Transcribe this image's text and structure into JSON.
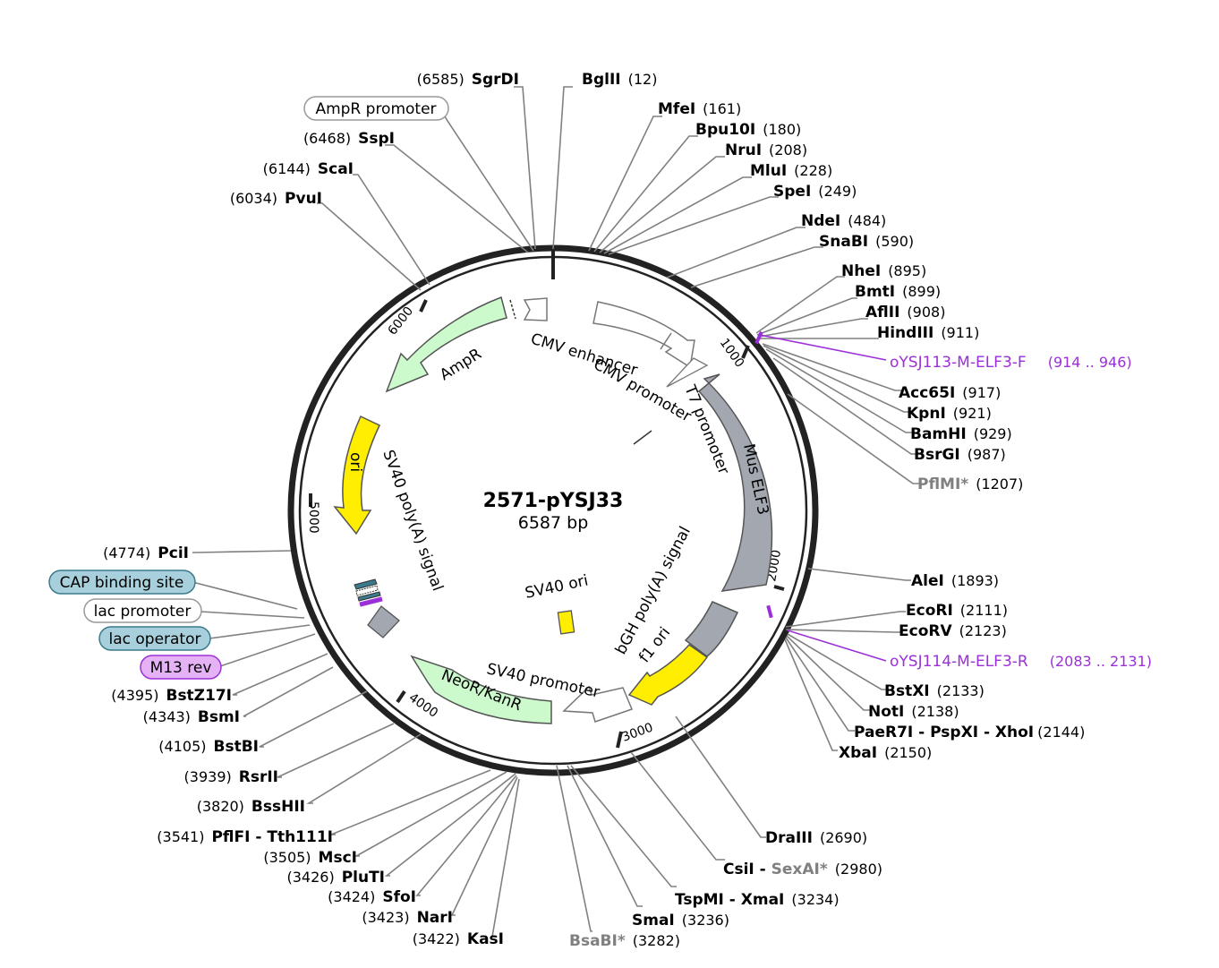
{
  "plasmid": {
    "name": "2571-pYSJ33",
    "length": "6587 bp"
  },
  "ticks": [
    "1000",
    "2000",
    "3000",
    "4000",
    "5000",
    "6000"
  ],
  "sites_right": [
    {
      "name": "BglII",
      "pos": "(12)"
    },
    {
      "name": "MfeI",
      "pos": "(161)"
    },
    {
      "name": "Bpu10I",
      "pos": "(180)"
    },
    {
      "name": "NruI",
      "pos": "(208)"
    },
    {
      "name": "MluI",
      "pos": "(228)"
    },
    {
      "name": "SpeI",
      "pos": "(249)"
    },
    {
      "name": "NdeI",
      "pos": "(484)"
    },
    {
      "name": "SnaBI",
      "pos": "(590)"
    },
    {
      "name": "NheI",
      "pos": "(895)"
    },
    {
      "name": "BmtI",
      "pos": "(899)"
    },
    {
      "name": "AflII",
      "pos": "(908)"
    },
    {
      "name": "HindIII",
      "pos": "(911)"
    },
    {
      "name": "Acc65I",
      "pos": "(917)"
    },
    {
      "name": "KpnI",
      "pos": "(921)"
    },
    {
      "name": "BamHI",
      "pos": "(929)"
    },
    {
      "name": "BsrGI",
      "pos": "(987)"
    },
    {
      "name": "PflMI*",
      "pos": "(1207)"
    },
    {
      "name": "AleI",
      "pos": "(1893)"
    },
    {
      "name": "EcoRI",
      "pos": "(2111)"
    },
    {
      "name": "EcoRV",
      "pos": "(2123)"
    },
    {
      "name": "BstXI",
      "pos": "(2133)"
    },
    {
      "name": "NotI",
      "pos": "(2138)"
    },
    {
      "name": "PaeR7I - PspXI - XhoI",
      "pos": "(2144)"
    },
    {
      "name": "XbaI",
      "pos": "(2150)"
    },
    {
      "name": "DraIII",
      "pos": "(2690)"
    },
    {
      "name": "CsiI",
      "name2": "SexAI*",
      "pos": "(2980)"
    },
    {
      "name": "TspMI - XmaI",
      "pos": "(3234)"
    },
    {
      "name": "SmaI",
      "pos": "(3236)"
    },
    {
      "name": "BsaBI*",
      "pos": "(3282)"
    }
  ],
  "sites_left": [
    {
      "name": "SgrDI",
      "pos": "(6585)"
    },
    {
      "name": "SspI",
      "pos": "(6468)"
    },
    {
      "name": "ScaI",
      "pos": "(6144)"
    },
    {
      "name": "PvuI",
      "pos": "(6034)"
    },
    {
      "name": "PciI",
      "pos": "(4774)"
    },
    {
      "name": "BstZ17I",
      "pos": "(4395)"
    },
    {
      "name": "BsmI",
      "pos": "(4343)"
    },
    {
      "name": "BstBI",
      "pos": "(4105)"
    },
    {
      "name": "RsrII",
      "pos": "(3939)"
    },
    {
      "name": "BssHII",
      "pos": "(3820)"
    },
    {
      "name": "PflFI - Tth111I",
      "pos": "(3541)"
    },
    {
      "name": "MscI",
      "pos": "(3505)"
    },
    {
      "name": "PluTI",
      "pos": "(3426)"
    },
    {
      "name": "SfoI",
      "pos": "(3424)"
    },
    {
      "name": "NarI",
      "pos": "(3423)"
    },
    {
      "name": "KasI",
      "pos": "(3422)"
    }
  ],
  "primers": [
    {
      "name": "oYSJ113-M-ELF3-F",
      "range": "(914 .. 946)"
    },
    {
      "name": "oYSJ114-M-ELF3-R",
      "range": "(2083 .. 2131)"
    }
  ],
  "boxed_features": [
    {
      "name": "AmpR promoter",
      "fill": "#ffffff",
      "stroke": "#999999"
    },
    {
      "name": "CAP binding site",
      "fill": "#a8d0dc",
      "stroke": "#3a7a8c"
    },
    {
      "name": "lac promoter",
      "fill": "#ffffff",
      "stroke": "#999999"
    },
    {
      "name": "lac operator",
      "fill": "#a8d0dc",
      "stroke": "#3a7a8c"
    },
    {
      "name": "M13 rev",
      "fill": "#e5b3f5",
      "stroke": "#9b30d9"
    }
  ],
  "features": [
    {
      "name": "CMV enhancer"
    },
    {
      "name": "CMV promoter"
    },
    {
      "name": "T7 promoter"
    },
    {
      "name": "Mus ELF3"
    },
    {
      "name": "bGH poly(A) signal"
    },
    {
      "name": "f1 ori"
    },
    {
      "name": "SV40 promoter"
    },
    {
      "name": "NeoR/KanR"
    },
    {
      "name": "SV40 ori"
    },
    {
      "name": "SV40 poly(A) signal"
    },
    {
      "name": "ori"
    },
    {
      "name": "AmpR"
    }
  ],
  "colors": {
    "ampr": "#ccfacc",
    "neor": "#ccfacc",
    "ori": "#ffee00",
    "f1ori": "#ffee00",
    "sv40ori": "#ffee00",
    "gene": "#a3a8b0",
    "primer": "#9b30d9",
    "ring": "#222222"
  }
}
